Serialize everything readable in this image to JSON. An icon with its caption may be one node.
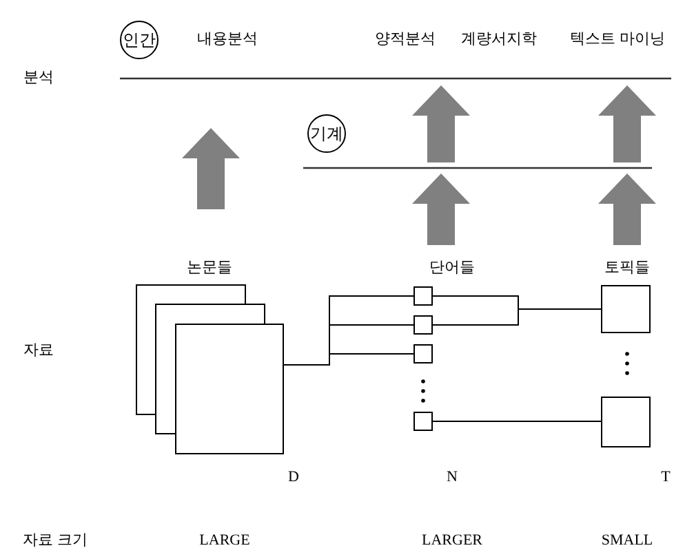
{
  "diagram": {
    "nodes": [
      {
        "text": [
          "인간"
        ]
      },
      {
        "text": [
          "기계"
        ]
      },
      {
        "text": [],
        "shape": "box"
      },
      {
        "text": [],
        "shape": "box"
      },
      {
        "text": [],
        "shape": "box"
      },
      {
        "text": [],
        "shape": "box"
      },
      {
        "text": [],
        "shape": "box"
      },
      {
        "text": [],
        "shape": "box"
      },
      {
        "text": [],
        "shape": "box"
      }
    ],
    "edges": [
      {
        "from": 2,
        "to": 3,
        "arrow": "none"
      },
      {
        "from": 2,
        "to": 4,
        "arrow": "none"
      },
      {
        "from": 2,
        "to": 5,
        "arrow": "none"
      },
      {
        "from": 3,
        "to": 7,
        "arrow": "none"
      },
      {
        "from": 4,
        "to": 7,
        "arrow": "none"
      },
      {
        "from": 6,
        "to": 8,
        "arrow": "none"
      }
    ],
    "labels": [
      "내용분석",
      "양적분석",
      "계량서지학",
      "텍스트 마이닝",
      "분석",
      "논문들",
      "단어들",
      "토픽들",
      "자료",
      "D",
      "N",
      "T",
      "자료 크기",
      "LARGE",
      "LARGER",
      "SMALL"
    ]
  }
}
